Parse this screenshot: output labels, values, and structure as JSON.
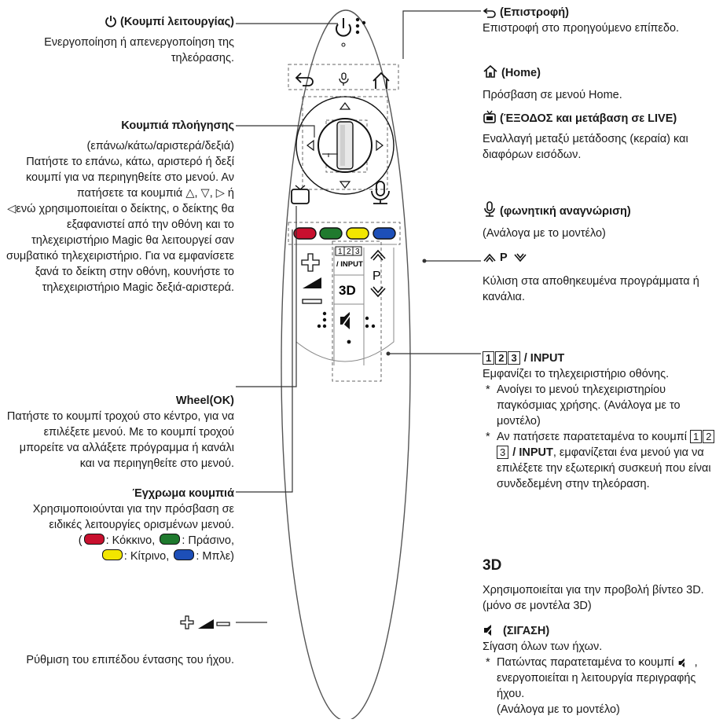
{
  "left": {
    "power": {
      "title": "(Κουμπί λειτουργίας)",
      "desc": "Ενεργοποίηση ή απενεργοποίηση της τηλεόρασης."
    },
    "nav": {
      "title": "Κουμπιά πλοήγησης",
      "sub": "(επάνω/κάτω/αριστερά/δεξιά)",
      "desc1": "Πατήστε το επάνω, κάτω, αριστερό ή δεξί κουμπί για να περιηγηθείτε στο μενού. Αν πατήσετε τα κουμπιά △, ▽, ▷ ή",
      "desc2": "◁ενώ χρησιμοποιείται ο δείκτης, ο δείκτης θα εξαφανιστεί από την οθόνη και το τηλεχειριστήριο Magic θα λειτουργεί σαν συμβατικό τηλεχειριστήριο. Για να εμφανίσετε ξανά το δείκτη στην οθόνη, κουνήστε το τηλεχειριστήριο Magic δεξιά-αριστερά."
    },
    "wheel": {
      "title": "Wheel(OK)",
      "desc": "Πατήστε το κουμπί τροχού στο κέντρο, για να επιλέξετε μενού. Με το κουμπί τροχού μπορείτε να αλλάξετε πρόγραμμα ή κανάλι και να περιηγηθείτε στο μενού."
    },
    "color": {
      "title": "Έγχρωμα κουμπιά",
      "desc": "Χρησιμοποιούνται για την πρόσβαση σε ειδικές λειτουργίες ορισμένων μενού.",
      "line1_a": ": Κόκκινο,",
      "line1_b": ": Πράσινο,",
      "line2_a": ": Κίτρινο,",
      "line2_b": ": Μπλε)",
      "paren": "("
    },
    "volume": {
      "desc": "Ρύθμιση του επιπέδου έντασης του ήχου."
    }
  },
  "right": {
    "back": {
      "title": "(Επιστροφή)",
      "desc": "Επιστροφή στο προηγούμενο επίπεδο."
    },
    "home": {
      "title": "(Home)",
      "desc": "Πρόσβαση σε μενού Home."
    },
    "exit": {
      "title": "(ΈΞΟΔΟΣ και μετάβαση σε LIVE)",
      "desc": "Εναλλαγή μεταξύ μετάδοσης (κεραία) και διαφόρων εισόδων."
    },
    "voice": {
      "title": "(φωνητική αναγνώριση)",
      "desc": "(Ανάλογα με το μοντέλο)"
    },
    "page": {
      "title": "P",
      "desc": "Κύλιση στα αποθηκευμένα προγράμματα ή κανάλια."
    },
    "input": {
      "digits": [
        "1",
        "2",
        "3"
      ],
      "title": "/ INPUT",
      "desc": "Εμφανίζει το τηλεχειριστήριο οθόνης.",
      "note1": "Ανοίγει το μενού τηλεχειριστηρίου παγκόσμιας χρήσης. (Ανάλογα με το μοντέλο)",
      "note2_a": "Αν πατήσετε παρατεταμένα το κουμπί",
      "note2_b": "/ INPUT",
      "note2_c": ", εμφανίζεται ένα μενού για να επιλέξετε την εξωτερική συσκευή που είναι συνδεδεμένη στην τηλεόραση."
    },
    "threed": {
      "title": "3D",
      "desc": "Χρησιμοποιείται για την προβολή βίντεο 3D. (μόνο σε μοντέλα 3D)"
    },
    "mute": {
      "title": "(ΣΙΓΑΣΗ)",
      "desc": "Σίγαση όλων των ήχων.",
      "note_a": "Πατώντας παρατεταμένα το κουμπί",
      "note_b": ", ενεργοποιείται η λειτουργία περιγραφής ήχου.",
      "note_c": "(Ανάλογα με το μοντέλο)"
    }
  },
  "remote": {
    "keypad": [
      "1",
      "2",
      "3"
    ],
    "input_label": "/ INPUT",
    "p_label": "P",
    "threed_label": "3D"
  },
  "colors": {
    "red": "#c8102e",
    "green": "#1f7a2e",
    "yellow": "#f2e600",
    "blue": "#1d4fb8",
    "body": "#ffffff"
  }
}
